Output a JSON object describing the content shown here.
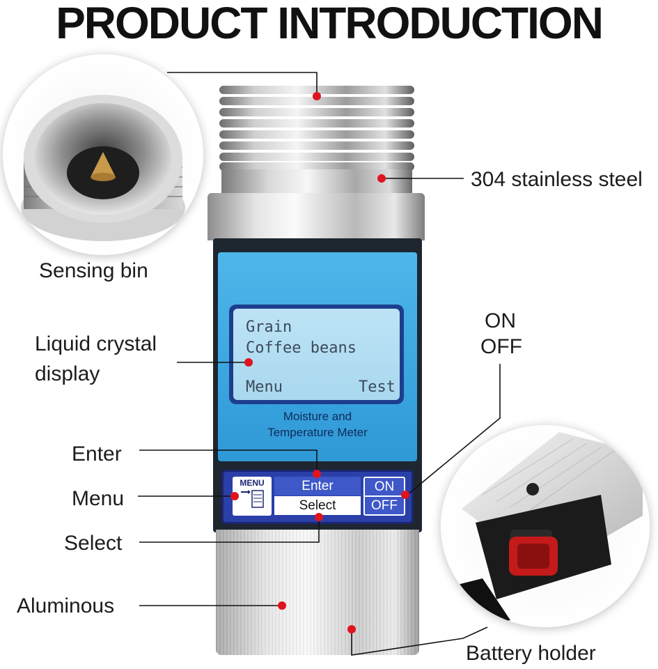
{
  "title": "PRODUCT INTRODUCTION",
  "labels": {
    "sensing_bin": "Sensing bin",
    "stainless": "304 stainless steel",
    "lcd_line1": "Liquid crystal",
    "lcd_line2": "display",
    "on": "ON",
    "off": "OFF",
    "enter": "Enter",
    "menu": "Menu",
    "select": "Select",
    "aluminous": "Aluminous",
    "battery_holder": "Battery holder"
  },
  "screen": {
    "line1": "Grain",
    "line2": "Coffee beans",
    "left_soft": "Menu",
    "right_soft": "Test"
  },
  "panel": {
    "caption_line1": "Moisture and",
    "caption_line2": "Temperature Meter"
  },
  "keypad": {
    "menu_key": "MENU",
    "enter_key": "Enter",
    "select_key": "Select",
    "on_key": "ON",
    "off_key": "OFF"
  },
  "colors": {
    "accent_red": "#e0141e",
    "panel_blue": "#3aa5df",
    "lcd_frame": "#1d3e8c",
    "keypad_blue": "#2b3fa8"
  }
}
